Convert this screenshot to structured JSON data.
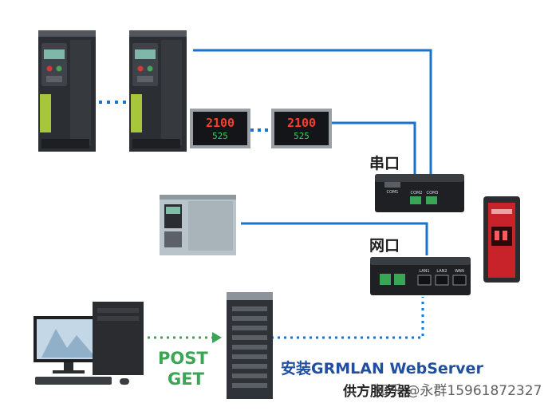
{
  "labels": {
    "serial_port": "串口",
    "network_port": "网口",
    "post": "POST",
    "get": "GET",
    "install": "安装GRMLAN WebServer",
    "vendor": "供方服务器"
  },
  "watermark": "知乎 @永群15961872327",
  "devices": {
    "controller_display_top": "2100",
    "controller_display_bottom": "525",
    "gateway_serial_port_label": "COM1",
    "gateway_serial_terminals": [
      "COM2",
      "COM3"
    ],
    "gateway_lan_ports": [
      "LAN1",
      "LAN2",
      "WAN"
    ]
  },
  "colors": {
    "line_blue": "#1a73c8",
    "dotted_green": "#3aa655",
    "dotted_blue": "#1a73c8",
    "label_blue": "#1f4f9e",
    "label_green": "#3aa655"
  }
}
